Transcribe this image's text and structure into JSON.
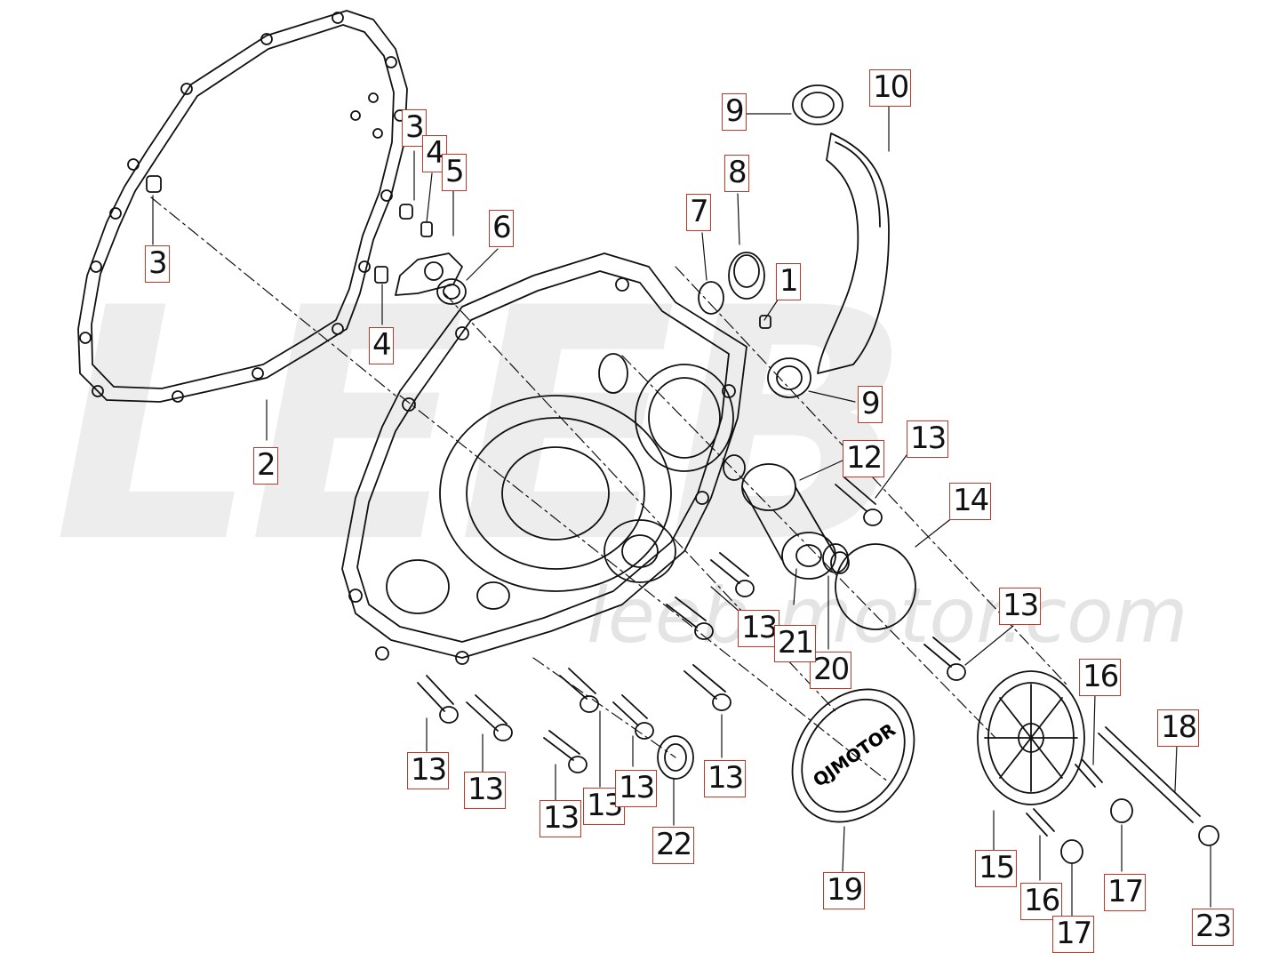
{
  "watermark": {
    "brand": "LEEB",
    "site": "leeb-motor.com"
  },
  "cover_logo": "QJMOTOR",
  "callouts": [
    {
      "id": "c1",
      "label": "1"
    },
    {
      "id": "c2",
      "label": "2"
    },
    {
      "id": "c3a",
      "label": "3"
    },
    {
      "id": "c3b",
      "label": "3"
    },
    {
      "id": "c4a",
      "label": "4"
    },
    {
      "id": "c4b",
      "label": "4"
    },
    {
      "id": "c5",
      "label": "5"
    },
    {
      "id": "c6",
      "label": "6"
    },
    {
      "id": "c7",
      "label": "7"
    },
    {
      "id": "c8",
      "label": "8"
    },
    {
      "id": "c9a",
      "label": "9"
    },
    {
      "id": "c9b",
      "label": "9"
    },
    {
      "id": "c10",
      "label": "10"
    },
    {
      "id": "c12",
      "label": "12"
    },
    {
      "id": "c13a",
      "label": "13"
    },
    {
      "id": "c13b",
      "label": "13"
    },
    {
      "id": "c13c",
      "label": "13"
    },
    {
      "id": "c13d",
      "label": "13"
    },
    {
      "id": "c13e",
      "label": "13"
    },
    {
      "id": "c13f",
      "label": "13"
    },
    {
      "id": "c13g",
      "label": "13"
    },
    {
      "id": "c13h",
      "label": "13"
    },
    {
      "id": "c13i",
      "label": "13"
    },
    {
      "id": "c14",
      "label": "14"
    },
    {
      "id": "c15",
      "label": "15"
    },
    {
      "id": "c16a",
      "label": "16"
    },
    {
      "id": "c16b",
      "label": "16"
    },
    {
      "id": "c17a",
      "label": "17"
    },
    {
      "id": "c17b",
      "label": "17"
    },
    {
      "id": "c18",
      "label": "18"
    },
    {
      "id": "c19",
      "label": "19"
    },
    {
      "id": "c20",
      "label": "20"
    },
    {
      "id": "c21",
      "label": "21"
    },
    {
      "id": "c22",
      "label": "22"
    },
    {
      "id": "c23",
      "label": "23"
    }
  ]
}
